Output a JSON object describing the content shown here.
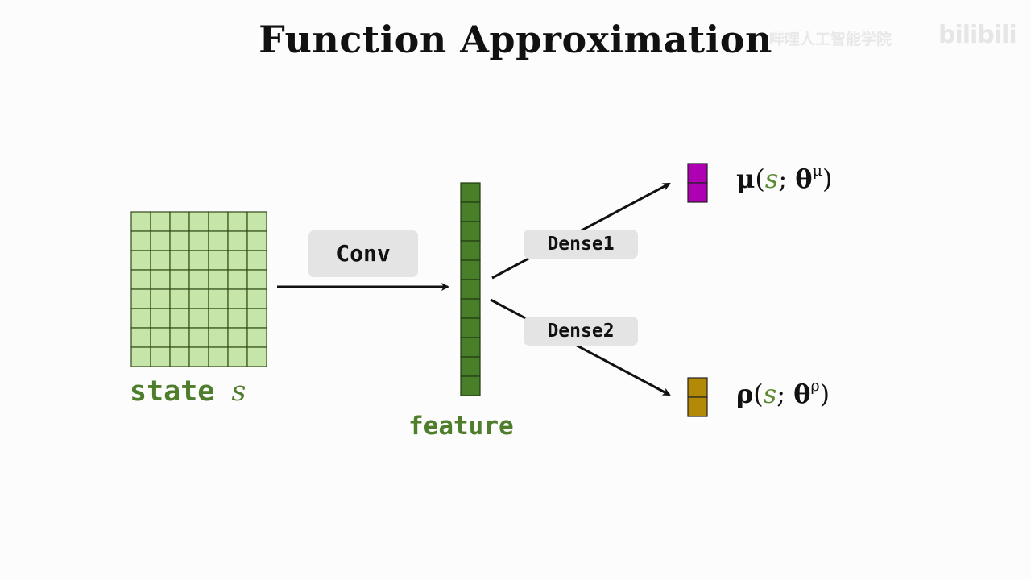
{
  "title": "Function Approximation",
  "watermark": {
    "text": "哔哩人工智能学院",
    "logo": "bilibili"
  },
  "state": {
    "label": "state",
    "variable": "s",
    "grid_rows": 8,
    "grid_cols": 7,
    "fill": "#c5e6a8",
    "stroke": "#2e4a16"
  },
  "conv": {
    "label": "Conv"
  },
  "feature": {
    "label": "feature",
    "cells": 11,
    "fill": "#4a7f2a"
  },
  "dense1": {
    "label": "Dense1"
  },
  "dense2": {
    "label": "Dense2"
  },
  "mu_output": {
    "symbol": "μ",
    "open": "(",
    "arg": "s",
    "sep": "; ",
    "param": "θ",
    "sup": "μ",
    "close": ")",
    "cells": 2,
    "fill": "#b000b4"
  },
  "rho_output": {
    "symbol": "ρ",
    "open": "(",
    "arg": "s",
    "sep": "; ",
    "param": "θ",
    "sup": "ρ",
    "close": ")",
    "cells": 2,
    "fill": "#b38a06"
  },
  "colors": {
    "label_green": "#4e7d2b",
    "pill_bg": "#e4e4e4",
    "arrow": "#111111"
  }
}
